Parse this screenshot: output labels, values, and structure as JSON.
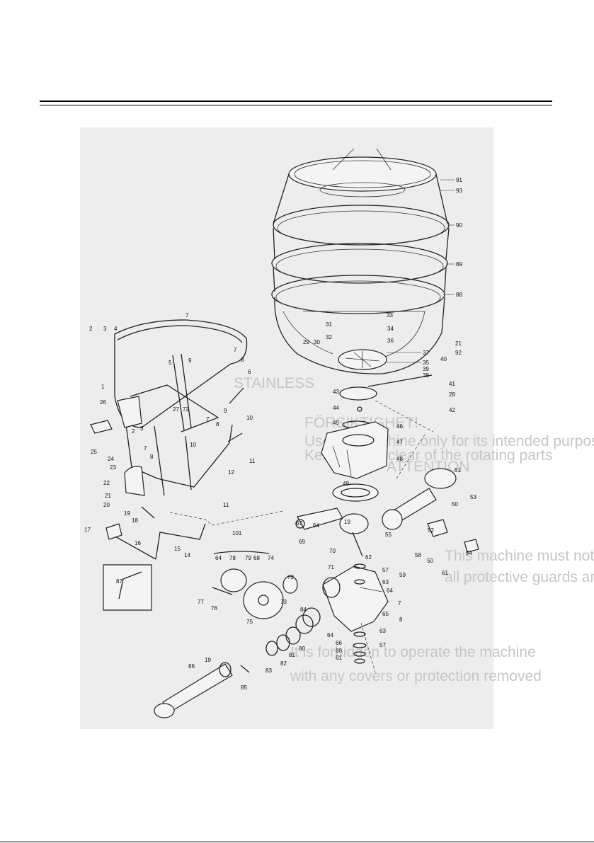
{
  "background_text": [
    "STAINLESS",
    "FÖRSIKTIGHET!",
    "ATTENTION",
    "Use the machine only for its intended purpose",
    "Keep hands clear of the rotating parts",
    "This machine must not be used unless",
    "all protective guards are in place",
    "It is forbidden to operate the machine",
    "with any covers or protection removed"
  ],
  "callouts": {
    "c1": "1",
    "c2": "2",
    "c2b": "2",
    "c3": "3",
    "c3b": "3",
    "c4": "4",
    "c5": "5",
    "c6": "6",
    "c7": "7",
    "c7b": "7",
    "c7c": "7",
    "c7d": "7",
    "c8": "8",
    "c8b": "8",
    "c8c": "8",
    "c9": "9",
    "c9b": "9",
    "c10": "10",
    "c10b": "10",
    "c11": "11",
    "c11b": "11",
    "c12": "12",
    "c14": "14",
    "c15": "15",
    "c16": "16",
    "c17": "17",
    "c18": "18",
    "c19": "19",
    "c19b": "19",
    "c19c": "19",
    "c20": "20",
    "c21": "21",
    "c21b": "21",
    "c22": "22",
    "c23": "23",
    "c24": "24",
    "c25": "25",
    "c26": "26",
    "c27": "27",
    "c28": "28",
    "c29": "29",
    "c30": "30",
    "c31": "31",
    "c32": "32",
    "c33": "33",
    "c34": "34",
    "c35": "35",
    "c36": "36",
    "c37": "37",
    "c38": "38",
    "c39": "39",
    "c40": "40",
    "c41": "41",
    "c42": "42",
    "c43": "43",
    "c44": "44",
    "c45": "45",
    "c46": "46",
    "c47": "47",
    "c48": "48",
    "c49": "49",
    "c50": "50",
    "c50b": "50",
    "c51": "51",
    "c52": "52",
    "c53": "53",
    "c54": "54",
    "c55": "55",
    "c57": "57",
    "c57b": "57",
    "c58": "58",
    "c59": "59",
    "c60": "60",
    "c61": "61",
    "c61b": "61",
    "c62": "62",
    "c63": "63",
    "c63b": "63",
    "c64": "64",
    "c64b": "64",
    "c64c": "64",
    "c64d": "64",
    "c65": "65",
    "c66": "66",
    "c67": "67",
    "c68": "68",
    "c69": "69",
    "c70": "70",
    "c71": "71",
    "c72": "72",
    "c73": "73",
    "c74": "74",
    "c75": "75",
    "c76": "76",
    "c77": "77",
    "c78": "78",
    "c79": "79",
    "c80": "80",
    "c81": "81",
    "c82": "82",
    "c83": "83",
    "c84": "84",
    "c85": "85",
    "c86": "86",
    "c87": "87",
    "c88": "88",
    "c89": "89",
    "c90": "90",
    "c91": "91",
    "c92": "92",
    "c93": "93",
    "c101": "101",
    "c72i": "72"
  }
}
